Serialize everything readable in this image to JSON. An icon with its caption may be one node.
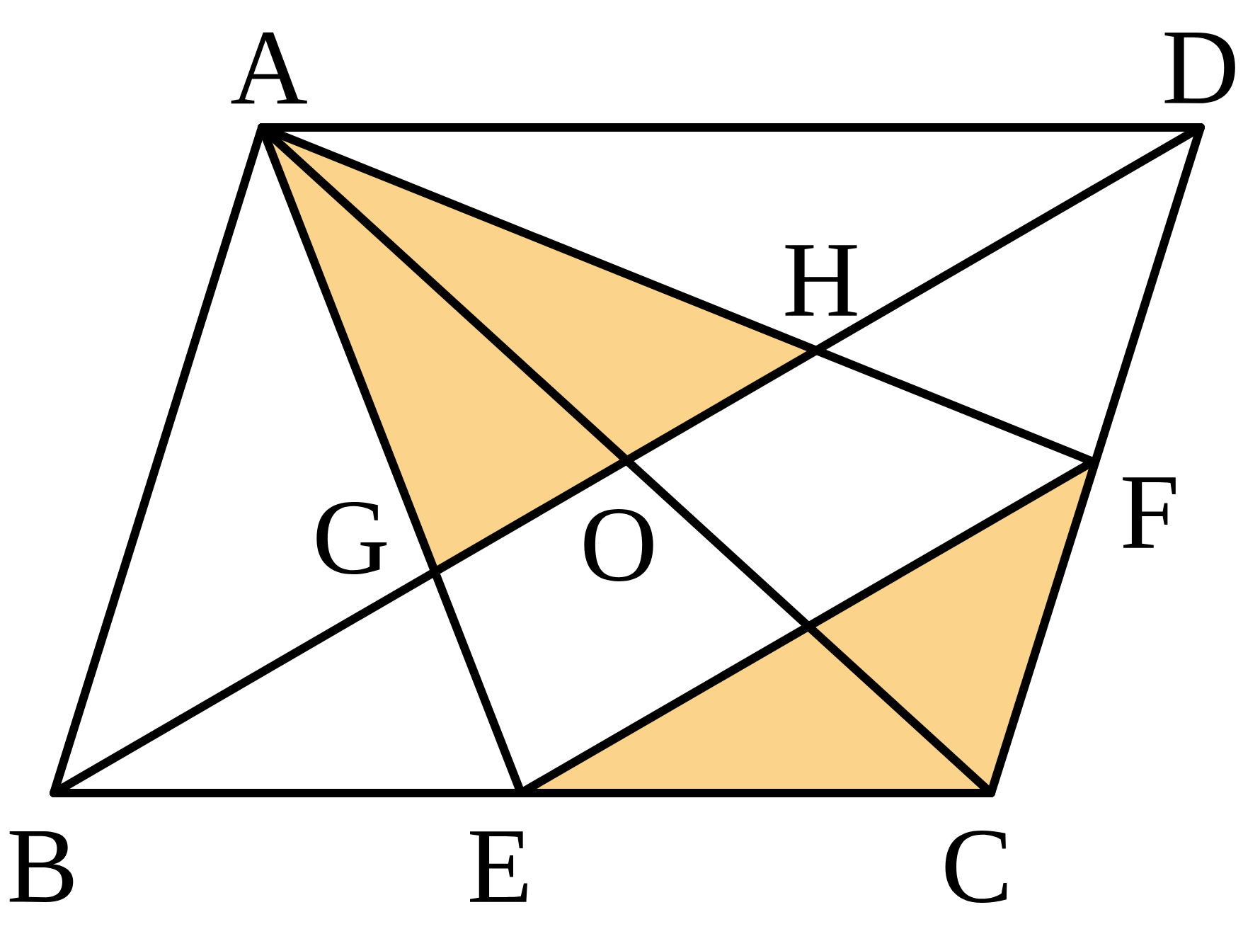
{
  "diagram": {
    "labels": [
      "A",
      "D",
      "H",
      "G",
      "O",
      "F",
      "B",
      "E",
      "C"
    ]
  }
}
